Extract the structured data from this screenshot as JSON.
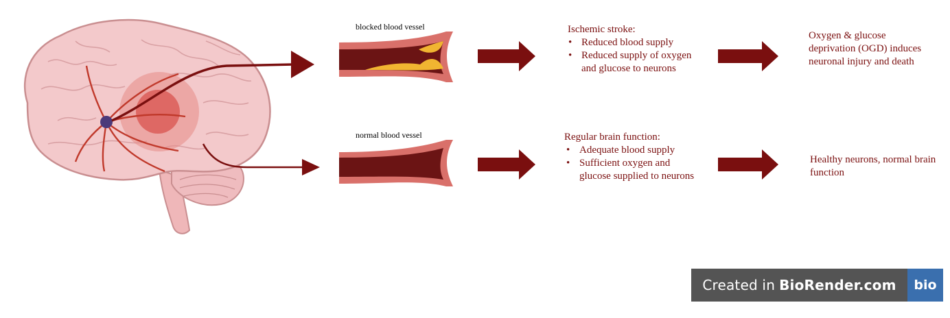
{
  "top_row": {
    "vessel_label": "blocked blood vessel",
    "stage_title": "Ischemic stroke:",
    "stage_bullets": [
      "Reduced blood supply",
      "Reduced supply of oxygen and glucose to neurons"
    ],
    "outcome": "Oxygen & glucose deprivation (OGD) induces neuronal injury and death"
  },
  "bottom_row": {
    "vessel_label": "normal blood vessel",
    "stage_title": "Regular brain function:",
    "stage_bullets": [
      "Adequate blood supply",
      "Sufficient oxygen and glucose supplied to neurons"
    ],
    "outcome": "Healthy neurons, normal brain function"
  },
  "watermark": {
    "prefix": "Created in",
    "brand": "BioRender.com",
    "logo": "bio"
  },
  "colors": {
    "arrow": "#7a0f0f",
    "vessel_wall": "#d9706a",
    "vessel_lumen": "#6b1414",
    "plaque": "#f1b531",
    "brain": "#f3c9cb"
  }
}
